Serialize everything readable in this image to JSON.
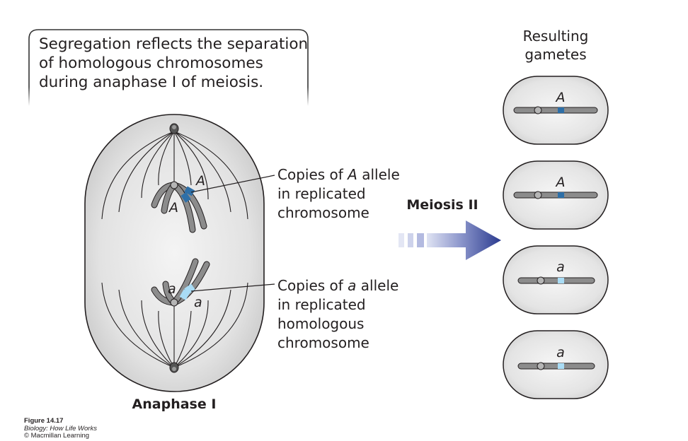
{
  "caption_box": {
    "lines": [
      "Segregation reflects the separation",
      "of homologous chromosomes",
      "during anaphase I of meiosis."
    ]
  },
  "cell": {
    "label": "Anaphase I",
    "allele_upper_1": "A",
    "allele_upper_2": "A",
    "allele_lower_1": "a",
    "allele_lower_2": "a"
  },
  "callout_A": {
    "prefix": "Copies of ",
    "allele": "A",
    "suffix": " allele",
    "line2": "in replicated",
    "line3": "chromosome"
  },
  "callout_a": {
    "prefix": "Copies of ",
    "allele": "a",
    "suffix": " allele",
    "line2": "in replicated",
    "line3": "homologous",
    "line4": "chromosome"
  },
  "arrow": {
    "label": "Meiosis II"
  },
  "gametes": {
    "title_line1": "Resulting",
    "title_line2": "gametes",
    "items": [
      {
        "allele": "A",
        "band_color": "#2e6fa7"
      },
      {
        "allele": "A",
        "band_color": "#2e6fa7"
      },
      {
        "allele": "a",
        "band_color": "#a9dcf5"
      },
      {
        "allele": "a",
        "band_color": "#a9dcf5"
      }
    ]
  },
  "credit": {
    "figure": "Figure 14.17",
    "book": "Biology: How Life Works",
    "publisher": "© Macmillan Learning"
  },
  "colors": {
    "dark_allele": "#2e6fa7",
    "light_allele": "#a9dcf5",
    "arrow": "#2b3b8f",
    "chromosome": "#8c8c8c"
  }
}
